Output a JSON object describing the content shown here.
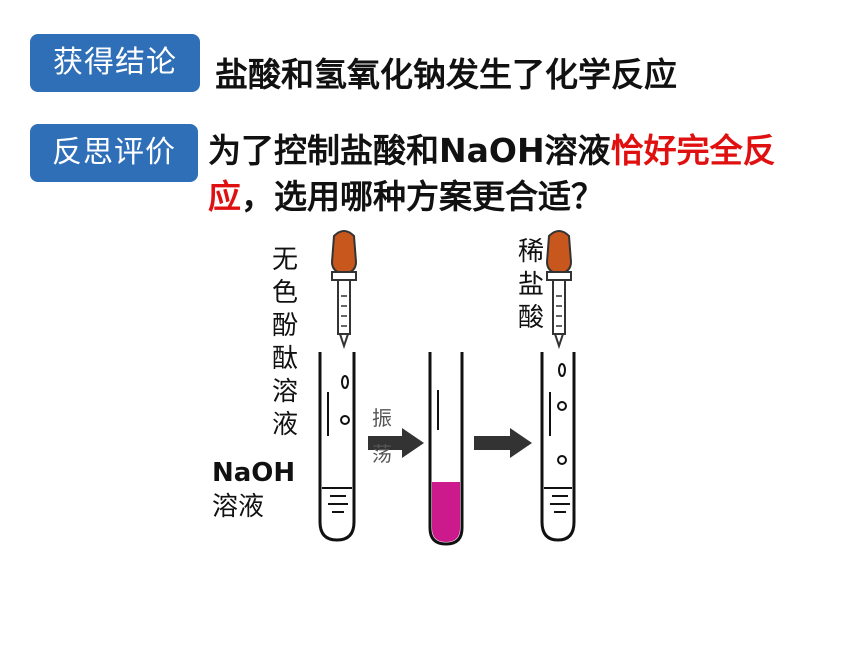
{
  "tags": {
    "conclusion": "获得结论",
    "reflection": "反思评价"
  },
  "conclusion_text": "盐酸和氢氧化钠发生了化学反应",
  "question": {
    "line1_prefix": "为了控制盐酸和NaOH溶液",
    "line1_highlight": "恰好完全反",
    "line2_highlight": "应",
    "line2_rest": "，选用哪种方案更合适？"
  },
  "figure": {
    "phenolphthalein_label": "无色酚酞溶液",
    "acid_label": "稀盐酸",
    "naoh_label_line1": "NaOH",
    "naoh_label_line2": "溶液",
    "shake_char1": "振",
    "shake_char2": "荡",
    "colors": {
      "dropper_bulb": "#c8571e",
      "solution_pink": "#cc1a8c",
      "tag_blue": "#2f6fb8",
      "highlight_red": "#e01010"
    }
  }
}
